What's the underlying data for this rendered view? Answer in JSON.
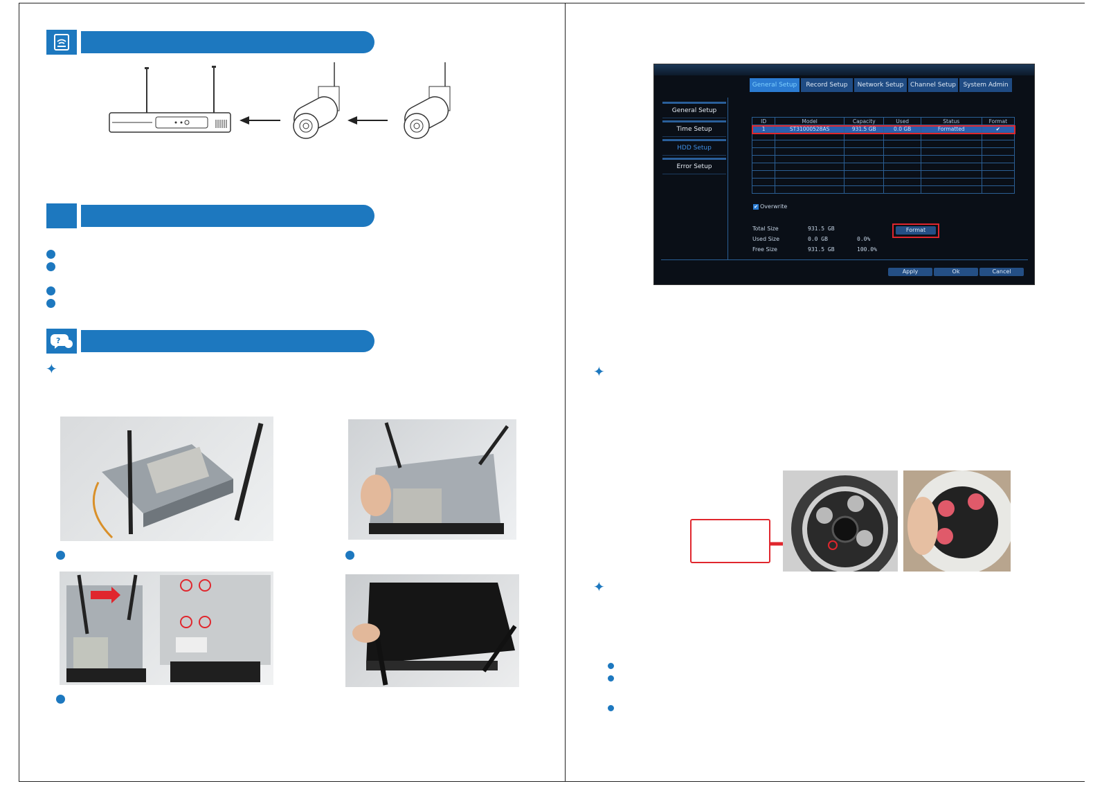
{
  "dvr_ui": {
    "tabs": [
      "General Setup",
      "Record Setup",
      "Network Setup",
      "Channel Setup",
      "System Admin"
    ],
    "side_menu": [
      "General Setup",
      "Time Setup",
      "HDD Setup",
      "Error Setup"
    ],
    "table_headers": [
      "ID",
      "Model",
      "Capacity",
      "Used",
      "Status",
      "Format"
    ],
    "row": {
      "id": "1",
      "model": "ST31000528AS",
      "capacity": "931.5 GB",
      "used": "0.0 GB",
      "status": "Formatted",
      "format": "✔"
    },
    "overwrite_label": "Overwrite",
    "total_size_label": "Total Size",
    "total_size_value": "931.5 GB",
    "used_size_label": "Used Size",
    "used_size_value": "0.0 GB",
    "used_size_pct": "0.0%",
    "free_size_label": "Free Size",
    "free_size_value": "931.5 GB",
    "free_size_pct": "100.0%",
    "format_button": "Format",
    "apply_button": "Apply",
    "ok_button": "Ok",
    "cancel_button": "Cancel"
  },
  "colors": {
    "brand_blue": "#1d78bf",
    "highlight_red": "#e0262d"
  },
  "icons": [
    "wifi-router-icon",
    "question-bubble-icon",
    "sparkle-icon"
  ]
}
